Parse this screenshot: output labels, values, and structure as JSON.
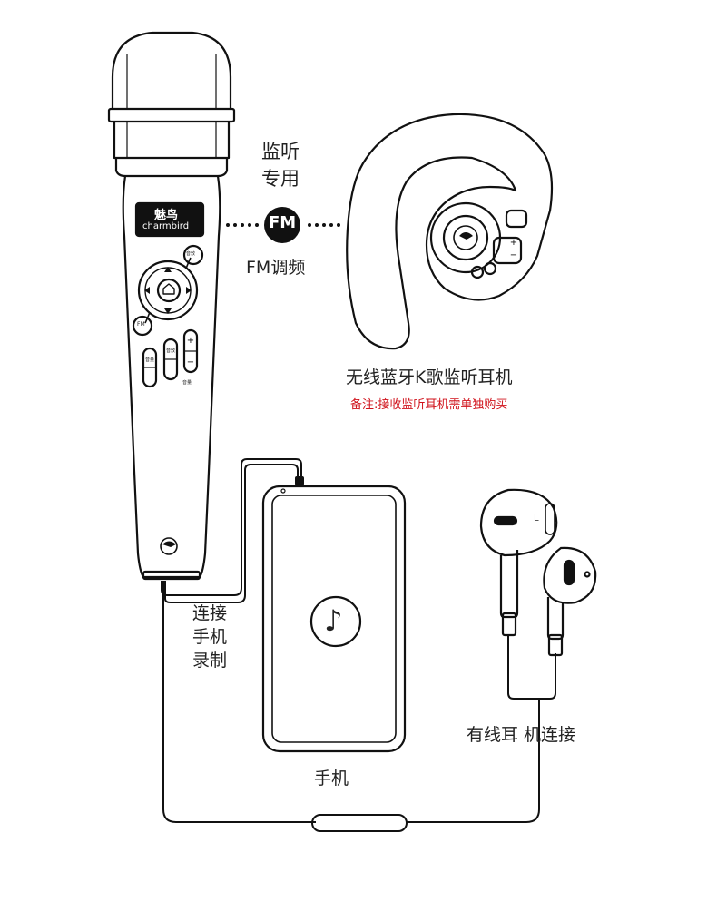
{
  "mic": {
    "brand_cn": "魅鸟",
    "brand_en": "charmbird",
    "btn_top_right": "音效",
    "btn_fm": "FM",
    "key_labels": [
      "音量",
      "音效",
      "音量"
    ]
  },
  "fm": {
    "badge": "FM",
    "monitor_line1": "监听",
    "monitor_line2": "专用",
    "tuning": "FM调频"
  },
  "earphone_bt": {
    "title": "无线蓝牙K歌监听耳机",
    "note": "备注:接收监听耳机需单独购买"
  },
  "phone": {
    "label": "手机",
    "connect_line1": "连接",
    "connect_line2": "手机",
    "connect_line3": "录制"
  },
  "wired": {
    "label": "有线耳  机连接",
    "left_marker": "L"
  }
}
